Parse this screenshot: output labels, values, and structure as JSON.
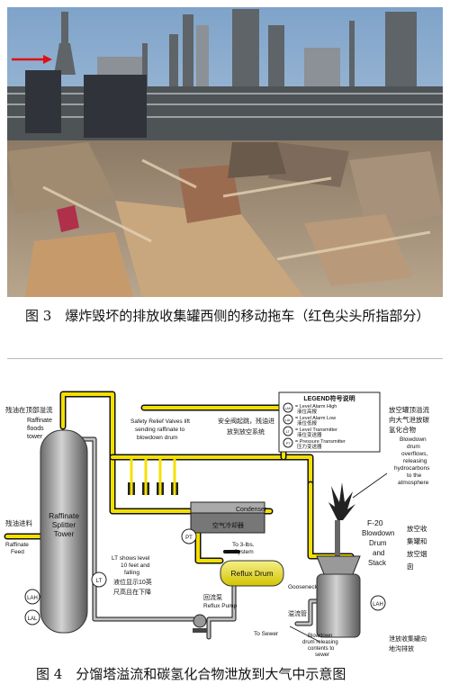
{
  "figure3": {
    "caption": "图 3　爆炸毁坏的排放收集罐西侧的移动拖车（红色尖头所指部分）"
  },
  "figure4": {
    "caption": "图 4　分馏塔溢流和碳氢化合物泄放到大气中示意图",
    "legend": {
      "title": "LEGEND符号说明",
      "items": [
        {
          "symbol": "LAH",
          "en": "= Level Alarm High",
          "cn": "液位高报"
        },
        {
          "symbol": "LAL",
          "en": "= Level Alarm Low",
          "cn": "液位低报"
        },
        {
          "symbol": "LT",
          "en": "= Level Transmitter",
          "cn": "液位变送器"
        },
        {
          "symbol": "PT",
          "en": "= Pressure Transmitter",
          "cn": "压力变送器"
        }
      ]
    },
    "labels": {
      "overflow_cn": "残油在顶部溢流",
      "overflow_en1": "Raffinate",
      "overflow_en2": "floods",
      "overflow_en3": "tower",
      "feed_cn": "残油进料",
      "feed_en1": "Raffinate",
      "feed_en2": "Feed",
      "tower1": "Raffinate",
      "tower2": "Splitter",
      "tower3": "Tower",
      "relief_en1": "Safety Relief Valves lift",
      "relief_en2": "sending raffinate to",
      "relief_en3": "blowdown drum",
      "relief_cn1": "安全阀起跳，残油进",
      "relief_cn2": "放到放空系统",
      "condenser_cn": "空气冷却器",
      "condenser_en": "Condenser",
      "three_lbs1": "To 3-lbs.",
      "three_lbs2": "System",
      "reflux_drum": "Reflux Drum",
      "reflux_pump_cn": "回流泵",
      "reflux_pump_en": "Reflux Pump",
      "lt_note1": "LT shows level",
      "lt_note2": "10 feet and",
      "lt_note3": "falling",
      "lt_note_cn1": "液位显示10英",
      "lt_note_cn2": "尺高且在下降",
      "blowdown_cn1": "放空罐顶溢流",
      "blowdown_cn2": "向大气泄放碳",
      "blowdown_cn3": "氢化合物",
      "blowdown_en1": "Blowdown",
      "blowdown_en2": "drum",
      "blowdown_en3": "overflows,",
      "blowdown_en4": "releasing",
      "blowdown_en5": "hydrocarbons",
      "blowdown_en6": "to the",
      "blowdown_en7": "atmosphere",
      "f20_1": "F-20",
      "f20_2": "Blowdown",
      "f20_3": "Drum",
      "f20_4": "and",
      "f20_5": "Stack",
      "f20_cn1": "放空收",
      "f20_cn2": "集罐和",
      "f20_cn3": "放空烟",
      "f20_cn4": "囱",
      "overflow_pipe_cn": "溢流管",
      "gooseneck": "Gooseneck",
      "to_sewer": "To Sewer",
      "sewer_en1": "Blowdown",
      "sewer_en2": "drum releasing",
      "sewer_en3": "contents to",
      "sewer_en4": "sewer",
      "sewer_cn1": "泄放收集罐向",
      "sewer_cn2": "地沟排放",
      "tag_lah": "LAH",
      "tag_lal": "LAL",
      "tag_lt": "LT",
      "tag_pt": "PT",
      "tag_lah2": "LAH"
    }
  }
}
